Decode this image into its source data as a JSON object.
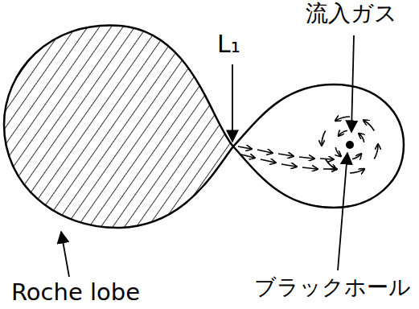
{
  "diagram": {
    "labels": [
      "L₁",
      "流入ガス",
      "ブラックホール",
      "Roche lobe"
    ]
  }
}
